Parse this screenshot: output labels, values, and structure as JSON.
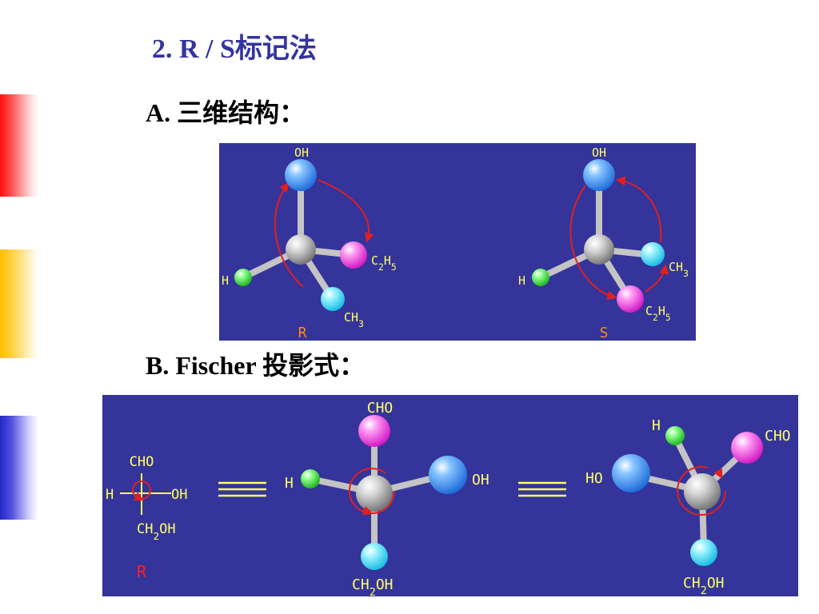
{
  "title": "2. R / S标记法",
  "section_a": {
    "heading": "A. 三维结构："
  },
  "section_b": {
    "heading": "B. Fischer 投影式："
  },
  "colors": {
    "panel_bg": "#34349a",
    "title": "#3434a0",
    "label": "#ffff66",
    "config_label_3d": "#ff8c1a",
    "config_label_fischer": "#ff2020",
    "arrow": "#e02020",
    "atom_oh": "#2a8cff",
    "atom_ethyl": "#ff44ee",
    "atom_methyl": "#40e8ff",
    "atom_h": "#33dd33",
    "atom_carbon": "#b0b0b0"
  },
  "models_3d": {
    "r": {
      "top": "OH",
      "right": "C2H5",
      "left": "H",
      "bottom": "CH3",
      "config": "R"
    },
    "s": {
      "top": "OH",
      "right": "CH3",
      "left": "H",
      "bottom": "C2H5",
      "config": "S"
    }
  },
  "fischer": {
    "projection": {
      "top": "CHO",
      "left": "H",
      "right": "OH",
      "bottom": "CH2OH",
      "config": "R"
    },
    "model_center": {
      "top": "CHO",
      "left": "H",
      "right": "OH",
      "bottom": "CH2OH"
    },
    "model_right": {
      "h": "H",
      "cho": "CHO",
      "ho": "HO",
      "bottom": "CH2OH"
    }
  }
}
